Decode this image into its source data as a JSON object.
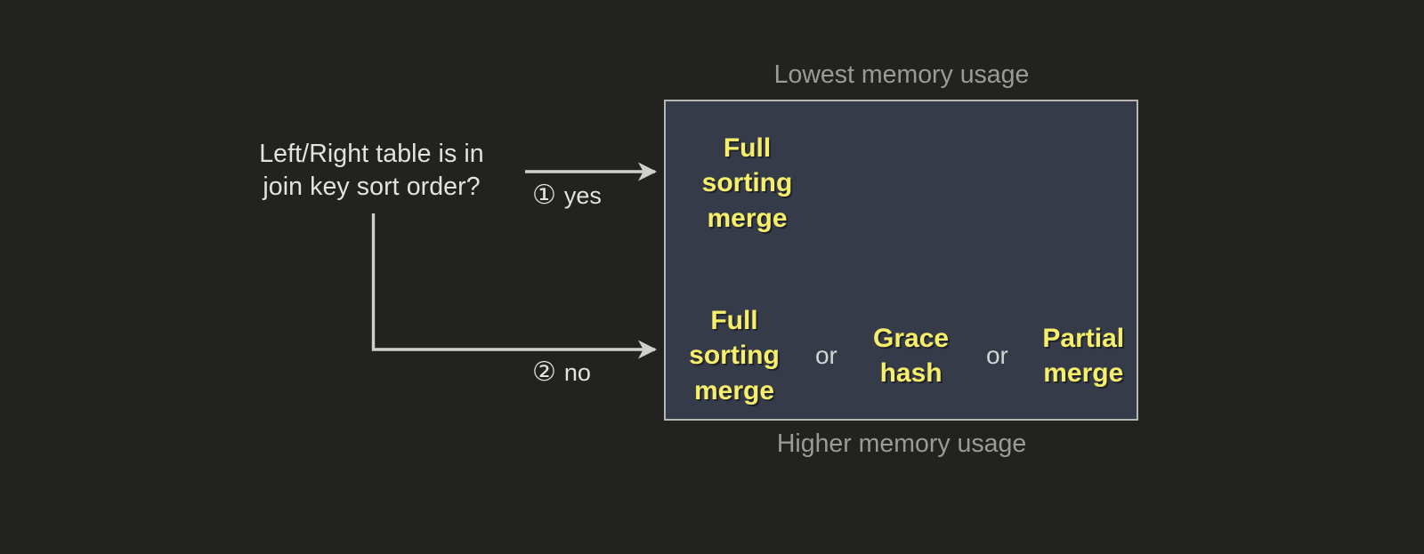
{
  "decision": {
    "question": "Left/Right table is in\njoin key sort order?"
  },
  "branches": [
    {
      "marker": "①",
      "label": "yes"
    },
    {
      "marker": "②",
      "label": "no"
    }
  ],
  "captions": {
    "top": "Lowest memory usage",
    "bottom": "Higher memory usage"
  },
  "panel": {
    "background": "#353b48",
    "border_color": "#b6b6b4",
    "rows": [
      {
        "id": "yes-result",
        "items": [
          {
            "type": "algorithm",
            "text": "Full\nsorting\nmerge"
          }
        ]
      },
      {
        "id": "no-result",
        "items": [
          {
            "type": "algorithm",
            "text": "Full\nsorting\nmerge"
          },
          {
            "type": "conjunction",
            "text": "or"
          },
          {
            "type": "algorithm",
            "text": "Grace\nhash"
          },
          {
            "type": "conjunction",
            "text": "or"
          },
          {
            "type": "algorithm",
            "text": "Partial\nmerge"
          }
        ]
      }
    ]
  },
  "colors": {
    "background": "#222220",
    "text": "#e2e2e0",
    "muted_text": "#9a9a98",
    "highlight": "#f7ef6a",
    "connector": "#cfcfcd"
  }
}
